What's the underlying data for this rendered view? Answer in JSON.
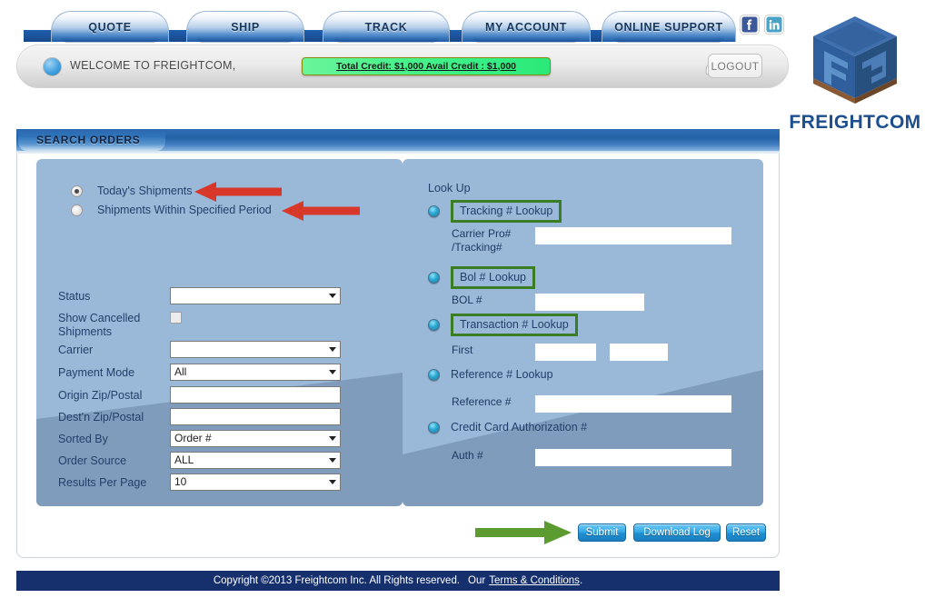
{
  "nav": {
    "tabs": [
      {
        "label": "QUOTE"
      },
      {
        "label": "SHIP"
      },
      {
        "label": "TRACK"
      },
      {
        "label": "MY ACCOUNT"
      },
      {
        "label": "ONLINE SUPPORT"
      }
    ],
    "social": [
      {
        "name": "facebook-icon",
        "glyph": "f"
      },
      {
        "name": "linkedin-icon",
        "glyph": "in"
      }
    ]
  },
  "brand": {
    "logo_text": "FREIGHTCOM",
    "logo_icon": "freightcom-cube-logo"
  },
  "welcome": {
    "greeting": "WELCOME TO FREIGHTCOM,",
    "credit": "Total Credit: $1,000 Avail Credit : $1,000",
    "logout_label": "LOGOUT",
    "lock_icon": "padlock-icon"
  },
  "page": {
    "title": "SEARCH ORDERS"
  },
  "search_form": {
    "scope_options": [
      {
        "label": "Today's Shipments",
        "selected": true
      },
      {
        "label": "Shipments Within Specified Period",
        "selected": false
      }
    ],
    "fields": [
      {
        "label": "Status",
        "type": "select",
        "value": ""
      },
      {
        "label": "Show Cancelled Shipments",
        "type": "checkbox",
        "value": ""
      },
      {
        "label": "Carrier",
        "type": "select",
        "value": ""
      },
      {
        "label": "Payment Mode",
        "type": "select",
        "value": "All"
      },
      {
        "label": "Origin Zip/Postal",
        "type": "text",
        "value": ""
      },
      {
        "label": "Dest'n Zip/Postal",
        "type": "text",
        "value": ""
      },
      {
        "label": "Sorted By",
        "type": "select",
        "value": "Order #"
      },
      {
        "label": "Order Source",
        "type": "select",
        "value": "ALL"
      },
      {
        "label": "Results Per Page",
        "type": "select",
        "value": "10"
      }
    ]
  },
  "lookup": {
    "title": "Look Up",
    "options": [
      {
        "label": "Tracking # Lookup",
        "highlighted": true
      },
      {
        "label": "Bol # Lookup",
        "highlighted": true
      },
      {
        "label": "Transaction # Lookup",
        "highlighted": true
      },
      {
        "label": "Reference # Lookup",
        "highlighted": false
      },
      {
        "label": "Credit Card Authorization #",
        "highlighted": false
      }
    ],
    "inputs": [
      {
        "label": "Carrier Pro#\n/Tracking#",
        "value": ""
      },
      {
        "label": "BOL #",
        "value": ""
      },
      {
        "label": "First",
        "value": "",
        "value2": ""
      },
      {
        "label": "Reference #",
        "value": ""
      },
      {
        "label": "Auth #",
        "value": ""
      }
    ]
  },
  "actions": {
    "submit": "Submit",
    "download_log": "Download Log",
    "reset": "Reset"
  },
  "annotations": {
    "red_arrow_color": "#d8382a",
    "green_arrow_color": "#5b9b2f",
    "green_box_color": "#3a7d22"
  },
  "footer": {
    "copyright": "Copyright ©2013 Freightcom Inc. All Rights reserved.",
    "our": "Our",
    "terms": "Terms & Conditions",
    "period": "."
  }
}
